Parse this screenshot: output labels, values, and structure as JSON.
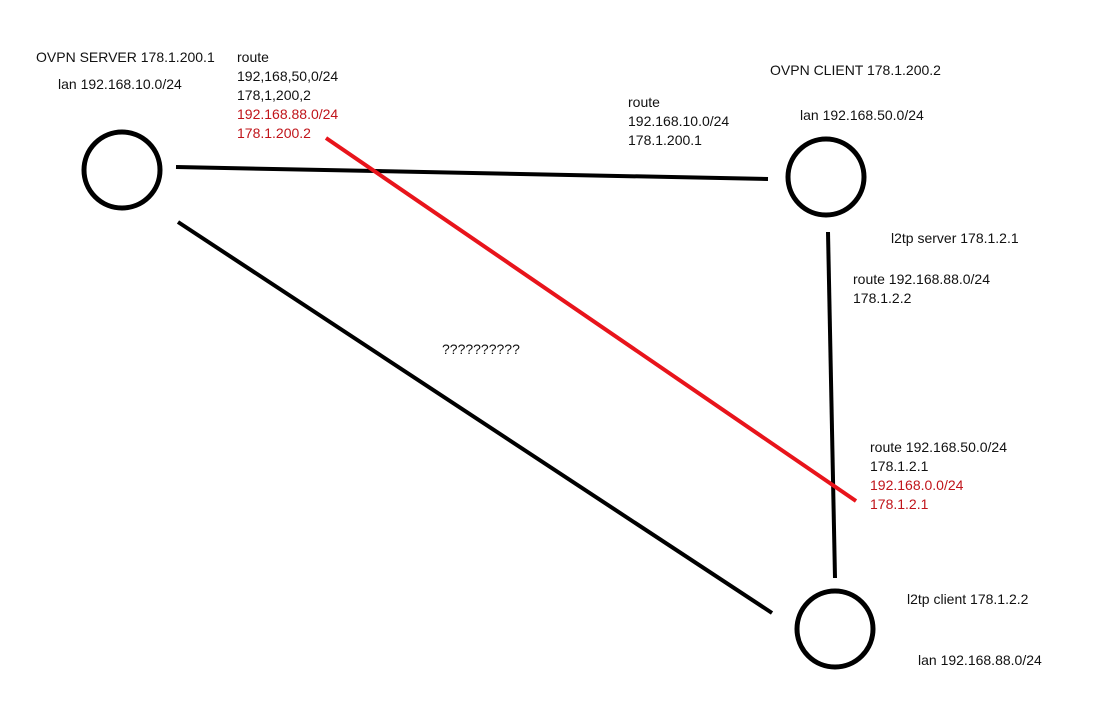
{
  "colors": {
    "background": "#ffffff",
    "link": "#000000",
    "highlight": "#c0141a",
    "text": "#111111"
  },
  "nodes": {
    "ovpn_server": {
      "title": "OVPN SERVER 178.1.200.1",
      "lan": "lan 192.168.10.0/24",
      "routes": [
        "route",
        "192,168,50,0/24",
        "178,1,200,2"
      ],
      "routes_highlight": [
        "192.168.88.0/24",
        "178.1.200.2"
      ]
    },
    "ovpn_client": {
      "title": "OVPN CLIENT 178.1.200.2",
      "lan": "lan 192.168.50.0/24",
      "routes": [
        "route",
        "192.168.10.0/24",
        "178.1.200.1"
      ],
      "l2tp_server": "l2tp server 178.1.2.1",
      "l2tp_routes": [
        "route 192.168.88.0/24",
        "178.1.2.2"
      ]
    },
    "l2tp_client": {
      "title": "l2tp client 178.1.2.2",
      "lan": "lan 192.168.88.0/24",
      "routes": [
        "route 192.168.50.0/24",
        "178.1.2.1"
      ],
      "routes_highlight": [
        "192.168.0.0/24",
        "178.1.2.1"
      ]
    }
  },
  "question_label": "??????????"
}
